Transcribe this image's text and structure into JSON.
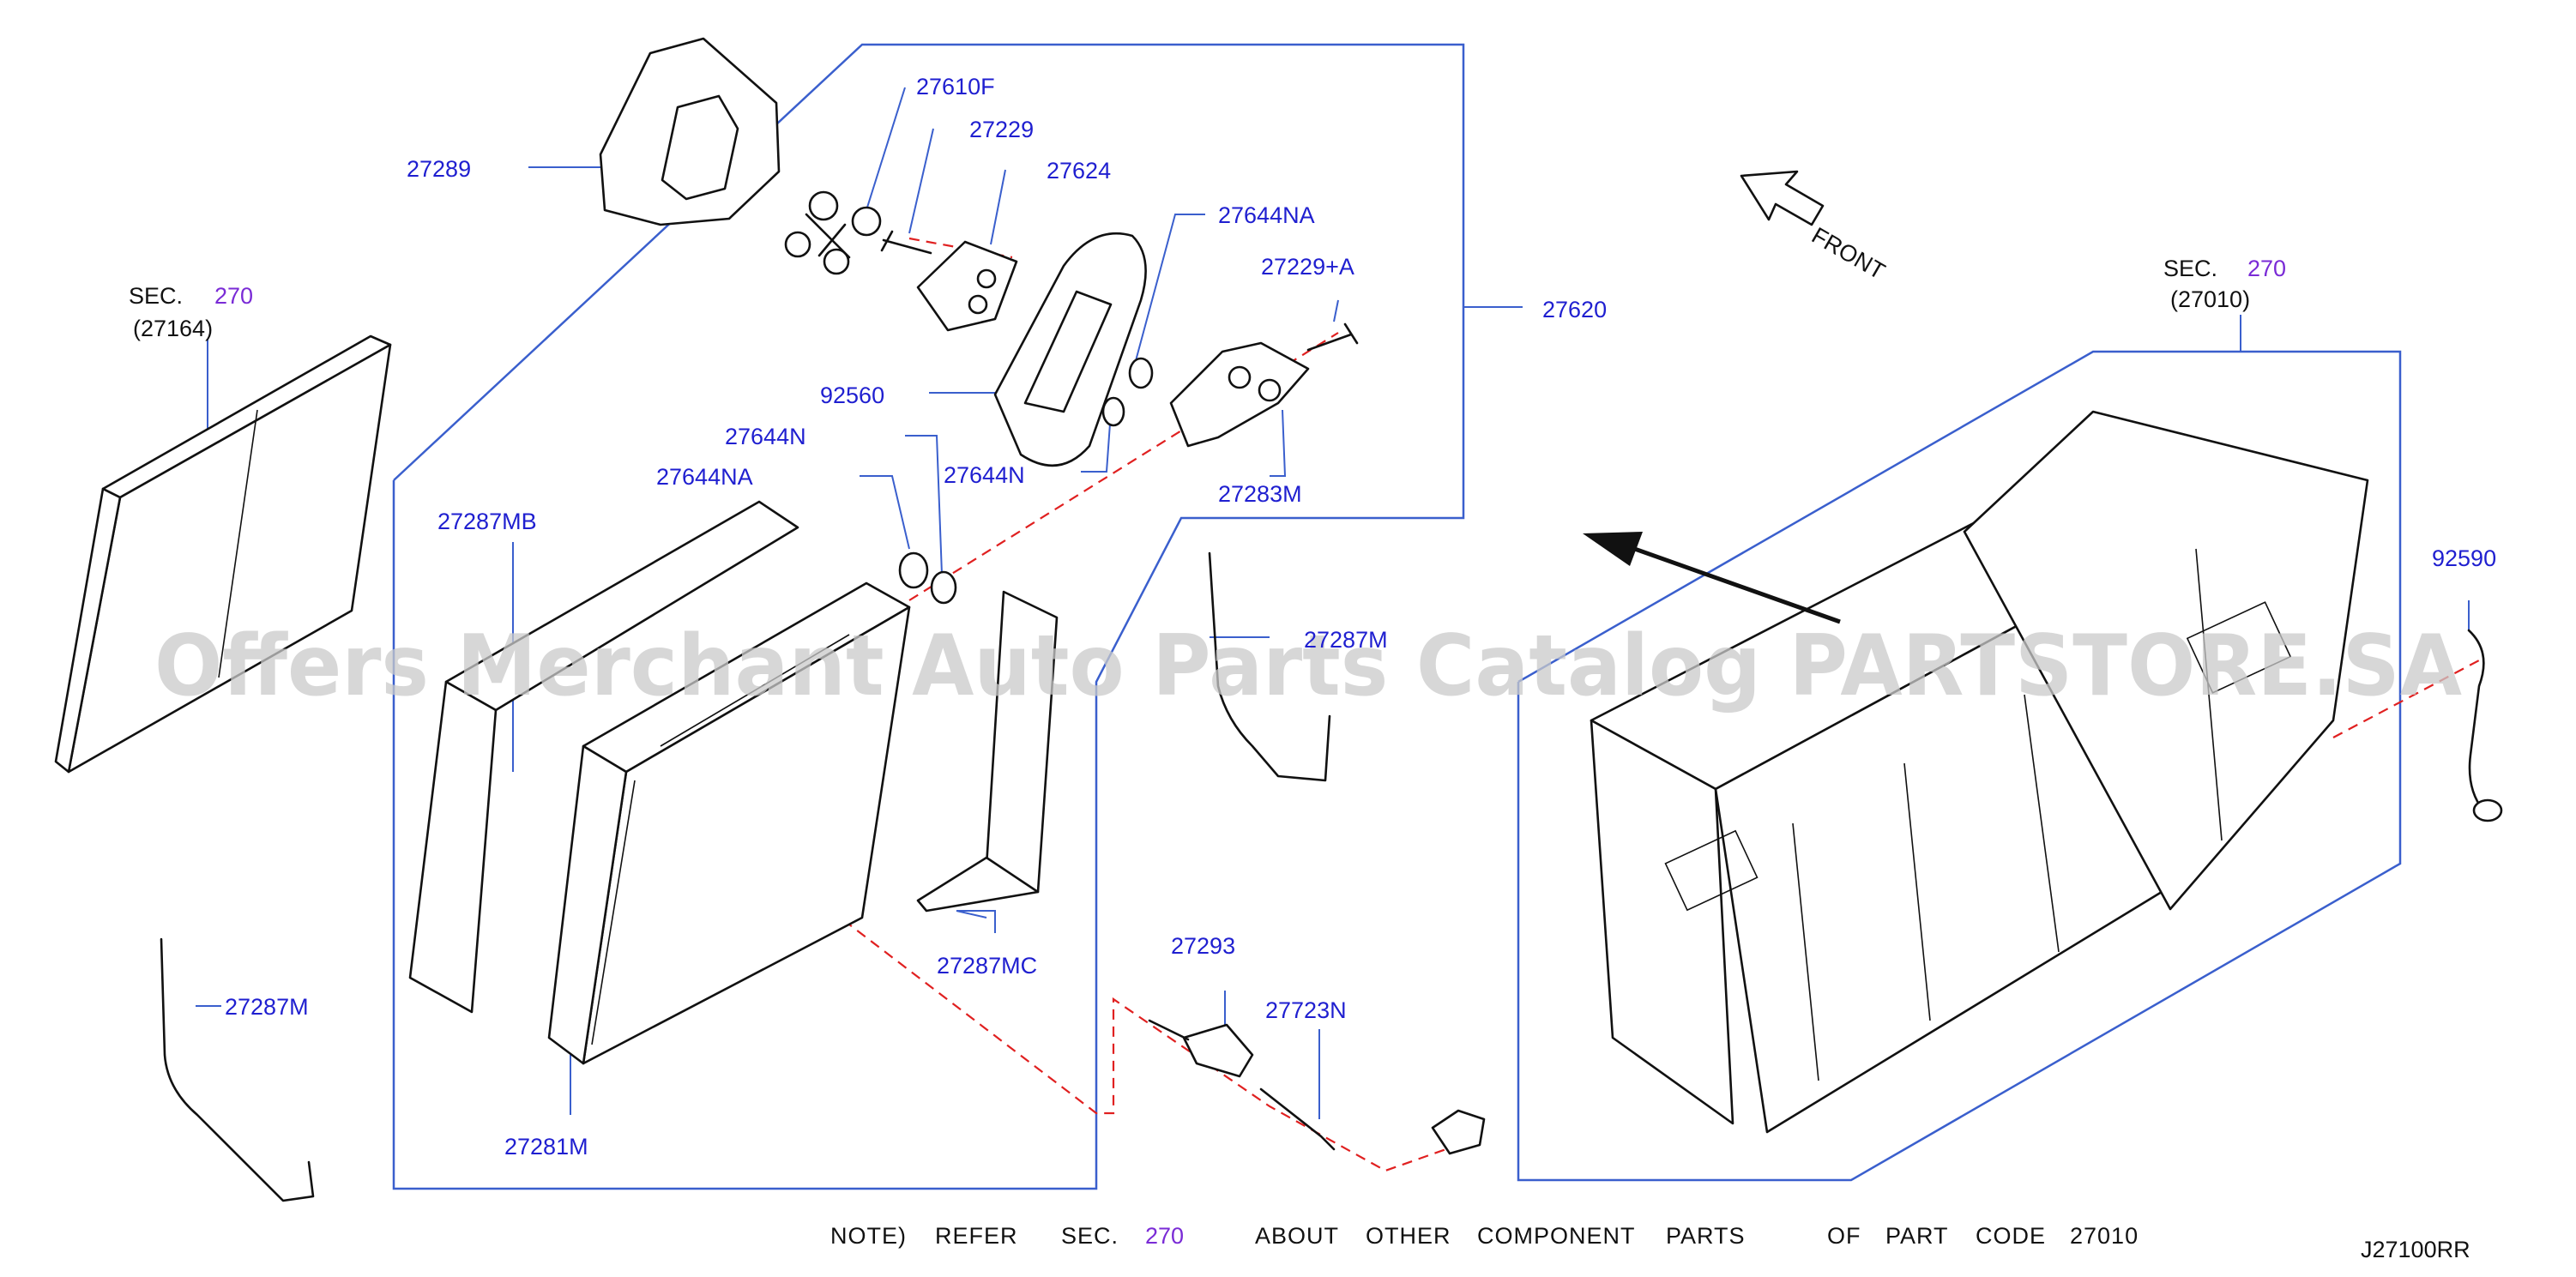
{
  "labels": {
    "l27289": "27289",
    "l27610F": "27610F",
    "l27229": "27229",
    "l27624": "27624",
    "l27644NA_top": "27644NA",
    "l27229A": "27229+A",
    "l27620": "27620",
    "l92560": "92560",
    "l27644N_upper": "27644N",
    "l27644NA_left": "27644NA",
    "l27644N_lower": "27644N",
    "l27283M": "27283M",
    "l27287MB": "27287MB",
    "l27287M_mid": "27287M",
    "l27287MC": "27287MC",
    "l27287M_left": "27287M",
    "l27281M": "27281M",
    "l27293": "27293",
    "l27723N": "27723N",
    "l92590": "92590",
    "front": "FRONT",
    "diagram_code": "J27100RR"
  },
  "sections": {
    "left_sec": "SEC.",
    "left_num": "270",
    "left_code": "(27164)",
    "right_sec": "SEC.",
    "right_num": "270",
    "right_code": "(27010)"
  },
  "note": {
    "w1": "NOTE)",
    "w2": "REFER",
    "w3": "SEC.",
    "w4": "270",
    "w5": "ABOUT",
    "w6": "OTHER",
    "w7": "COMPONENT",
    "w8": "PARTS",
    "w9": "OF",
    "w10": "PART",
    "w11": "CODE",
    "w12": "27010"
  },
  "watermark": "Offers Merchant Auto Parts Catalog PARTSTORE.SA",
  "colors": {
    "label": "#1f1fd0",
    "section_ref": "#7a2bd6",
    "frame": "#3a5fcd",
    "dashed_line": "#e02020"
  }
}
